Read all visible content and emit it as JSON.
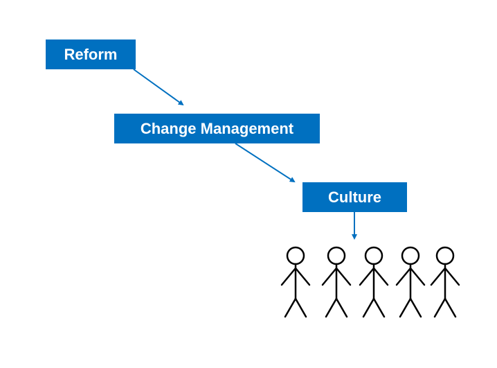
{
  "colors": {
    "box_fill": "#0070C0",
    "box_text": "#FFFFFF",
    "arrow": "#0070C0",
    "figure_stroke": "#000000"
  },
  "boxes": {
    "reform": "Reform",
    "change_management": "Change Management",
    "culture": "Culture"
  },
  "people": {
    "count": 5,
    "icon": "stick-figure-icon"
  }
}
